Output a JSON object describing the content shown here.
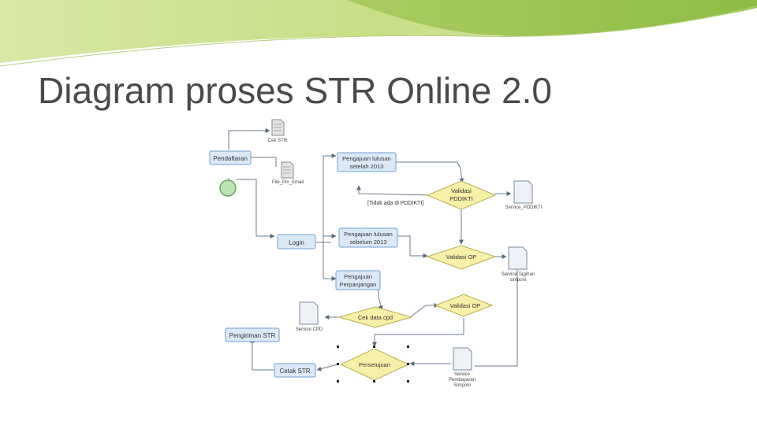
{
  "slide": {
    "title": "Diagram proses STR Online 2.0"
  },
  "diagram": {
    "nodes": {
      "pendaftaran": "Pendaftaran",
      "login": "Login",
      "pengajuan_setelah_l1": "Pengajuan lulusan",
      "pengajuan_setelah_l2": "setelah 2013",
      "pengajuan_sebelum_l1": "Pengajuan lulusan",
      "pengajuan_sebelum_l2": "sebelum 2013",
      "perpanjangan_l1": "Pengajuan",
      "perpanjangan_l2": "Perpanjangan",
      "validasi_pddikti_l1": "Validasi",
      "validasi_pddikti_l2": "PDDIKTI",
      "validasi_op_1": "Validasi OP",
      "validasi_op_2": "Validasi OP",
      "cek_data_cpd": "Cek data cpd",
      "persetujuan": "Persetujuan",
      "cetak_str": "Cetak STR",
      "pengiriman_str": "Pengiriman STR"
    },
    "documents": {
      "doc_str": "Cek STR",
      "file_pin_email": "File_Pin_Email",
      "service_pddikti": "Service_PDDIKTI",
      "service_tagihan_l1": "Service Tagihan",
      "service_tagihan_l2": "simponi",
      "service_cpd": "Service CPD",
      "service_pembayaran_l1": "Service",
      "service_pembayaran_l2": "Pembayaran",
      "service_pembayaran_l3": "Simponi"
    },
    "labels": {
      "tidak_ada_pddikti": "[Tidak ada di PDDIKTI]"
    },
    "colors": {
      "process_fill": "#dbe9f7",
      "process_stroke": "#6f9fd3",
      "decision_fill": "#f7f0a8",
      "decision_stroke": "#b8ad4e",
      "start_fill": "#b9e3b0",
      "line": "#6a7a8c",
      "title": "#4a4a4a",
      "banner_light": "#e6efc6",
      "banner_dark": "#9fc25a"
    }
  }
}
